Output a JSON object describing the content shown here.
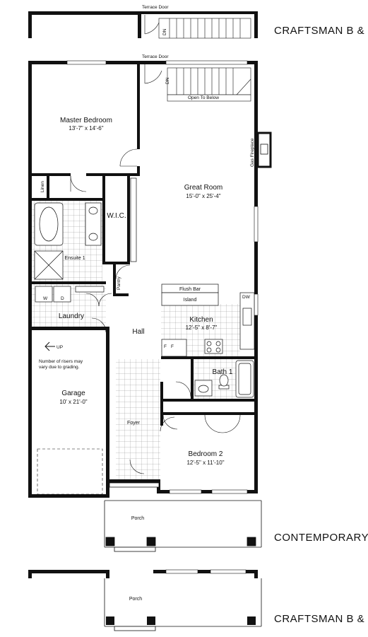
{
  "elevations": {
    "top": "CRAFTSMAN B & C",
    "middle": "CONTEMPORARY",
    "bottom": "CRAFTSMAN B & C"
  },
  "labels": {
    "terrace_door_top": "Terrace Door",
    "terrace_door_main": "Terrace Door",
    "open_to_below": "Open To Below",
    "dn_top": "DN",
    "dn_main": "DN",
    "gas_fireplace": "Gas Fireplace",
    "linen": "Linen",
    "wic": "W.I.C.",
    "ensuite": "Ensuite 1",
    "pantry": "Pantry",
    "laundry": "Laundry",
    "washer": "W",
    "dryer": "D",
    "flush_bar": "Flush Bar",
    "island": "Island",
    "dw": "DW",
    "fridge_a": "F",
    "fridge_b": "F",
    "hall": "Hall",
    "bath": "Bath 1",
    "foyer": "Foyer",
    "garage_up": "UP",
    "risers_note_1": "Number of risers may",
    "risers_note_2": "vary due to grading.",
    "porch_contemporary": "Porch",
    "porch_craftsman": "Porch"
  },
  "rooms": {
    "master_bedroom": {
      "name": "Master Bedroom",
      "dim": "13'-7\" x 14'-6\""
    },
    "great_room": {
      "name": "Great Room",
      "dim": "15'-0\" x 25'-4\""
    },
    "kitchen": {
      "name": "Kitchen",
      "dim": "12'-5\" x 8'-7\""
    },
    "garage": {
      "name": "Garage",
      "dim": "10' x 21'-0\""
    },
    "bedroom_2": {
      "name": "Bedroom 2",
      "dim": "12'-5\" x 11'-10\""
    }
  }
}
